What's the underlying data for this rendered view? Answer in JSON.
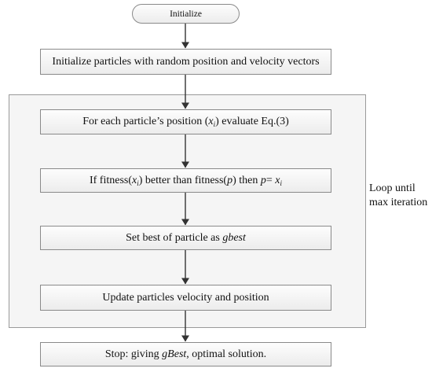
{
  "start_node": {
    "label": "Initialize"
  },
  "steps": {
    "init_particles": {
      "label": "Initialize particles with random position and velocity vectors"
    },
    "evaluate": {
      "pre": "For each particle’s position (",
      "var": "x",
      "sub": "i",
      "post": ") evaluate  Eq.(3)"
    },
    "fitness_check": {
      "t1": "If  fitness(",
      "v1": "x",
      "s1": "i",
      "t2": ") better than fitness(",
      "v2": "p",
      "t3": ") then ",
      "v3": "p",
      "t4": "= ",
      "v4": "x",
      "s4": "i"
    },
    "set_best": {
      "pre": "Set best of particle as ",
      "em": "gbest"
    },
    "update": {
      "label": "Update particles velocity and position"
    },
    "stop": {
      "pre": "Stop: giving ",
      "em": "gBest",
      "post": ", optimal solution."
    }
  },
  "loop": {
    "line1": "Loop until",
    "line2": "max iteration"
  },
  "colors": {
    "box_border": "#8a8a8a",
    "frame_fill": "#f5f5f5",
    "arrow": "#333333"
  }
}
